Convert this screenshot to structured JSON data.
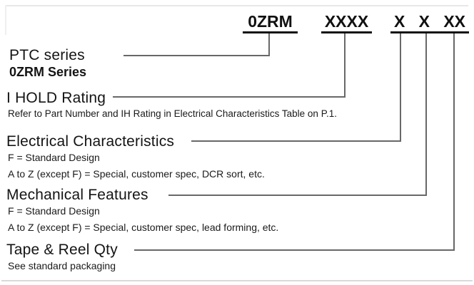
{
  "part_code": {
    "segments": [
      {
        "id": "series",
        "text": "0ZRM"
      },
      {
        "id": "ih-rating",
        "text": "XXXX"
      },
      {
        "id": "electrical",
        "text": "X"
      },
      {
        "id": "mechanical",
        "text": "X"
      },
      {
        "id": "tape-reel",
        "text": "XX"
      }
    ]
  },
  "sections": [
    {
      "title": "PTC series",
      "lines": [
        "0ZRM Series"
      ]
    },
    {
      "title": "I HOLD Rating",
      "lines": [
        "Refer to Part Number and IH Rating in Electrical Characteristics Table on P.1."
      ]
    },
    {
      "title": "Electrical Characteristics",
      "lines": [
        "F = Standard Design",
        "A to Z (except F) = Special, customer spec, DCR sort, etc."
      ]
    },
    {
      "title": "Mechanical Features",
      "lines": [
        "F = Standard Design",
        "A to Z (except F) = Special, customer spec, lead forming, etc."
      ]
    },
    {
      "title": "Tape & Reel Qty",
      "lines": [
        "See standard packaging"
      ]
    }
  ],
  "colors": {
    "background": "#ffffff",
    "text": "#1a1a1a",
    "code_underline": "#111111",
    "connector_line": "#686868",
    "faint_border": "#d9d9d9"
  }
}
